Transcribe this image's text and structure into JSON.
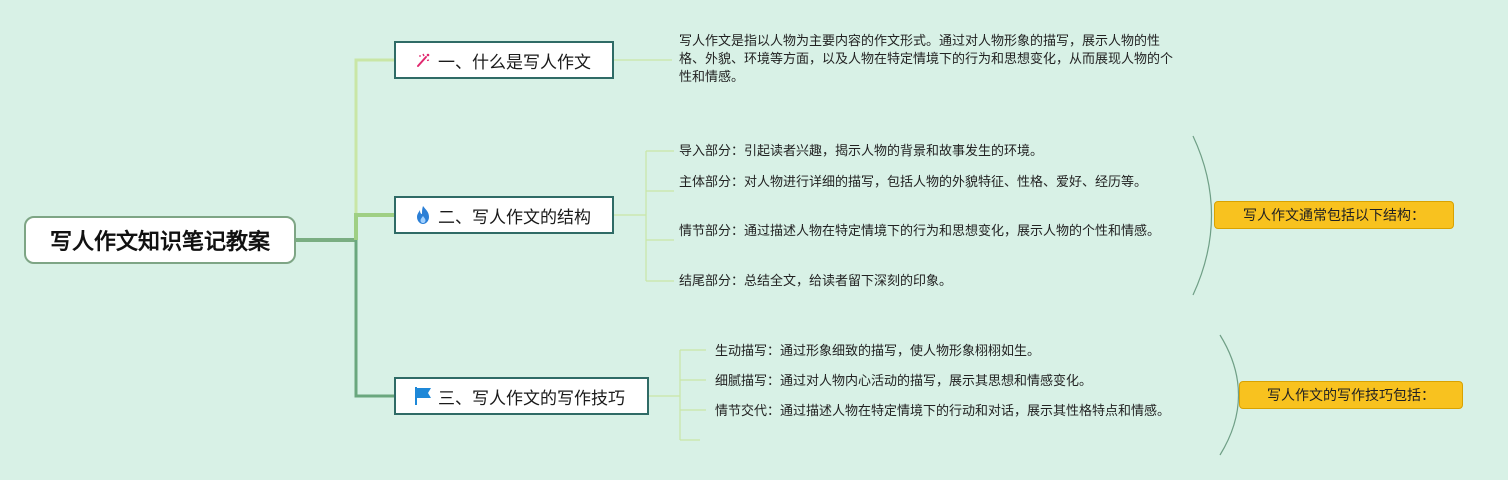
{
  "root": {
    "title": "写人作文知识笔记教案"
  },
  "branches": [
    {
      "label": "一、什么是写人作文",
      "icon": "magic-wand-icon",
      "icon_color": "#e0286e",
      "children": [
        "写人作文是指以人物为主要内容的作文形式。通过对人物形象的描写，展示人物的性格、外貌、环境等方面，以及人物在特定情境下的行为和思想变化，从而展现人物的个性和情感。"
      ]
    },
    {
      "label": "二、写人作文的结构",
      "icon": "fire-icon",
      "icon_color": "#2b7fd6",
      "children": [
        "导入部分：引起读者兴趣，揭示人物的背景和故事发生的环境。",
        "主体部分：对人物进行详细的描写，包括人物的外貌特征、性格、爱好、经历等。",
        "情节部分：通过描述人物在特定情境下的行为和思想变化，展示人物的个性和情感。",
        "结尾部分：总结全文，给读者留下深刻的印象。"
      ],
      "summary": "写人作文通常包括以下结构："
    },
    {
      "label": "三、写人作文的写作技巧",
      "icon": "flag-icon",
      "icon_color": "#1e88d8",
      "children": [
        "生动描写：通过形象细致的描写，使人物形象栩栩如生。",
        "细腻描写：通过对人物内心活动的描写，展示其思想和情感变化。",
        "情节交代：通过描述人物在特定情境下的行动和对话，展示其性格特点和情感。"
      ],
      "summary": "写人作文的写作技巧包括："
    }
  ],
  "colors": {
    "background": "#d8f1e6",
    "branch_border": "#2f6b66",
    "summary_fill": "#f8c21f"
  }
}
